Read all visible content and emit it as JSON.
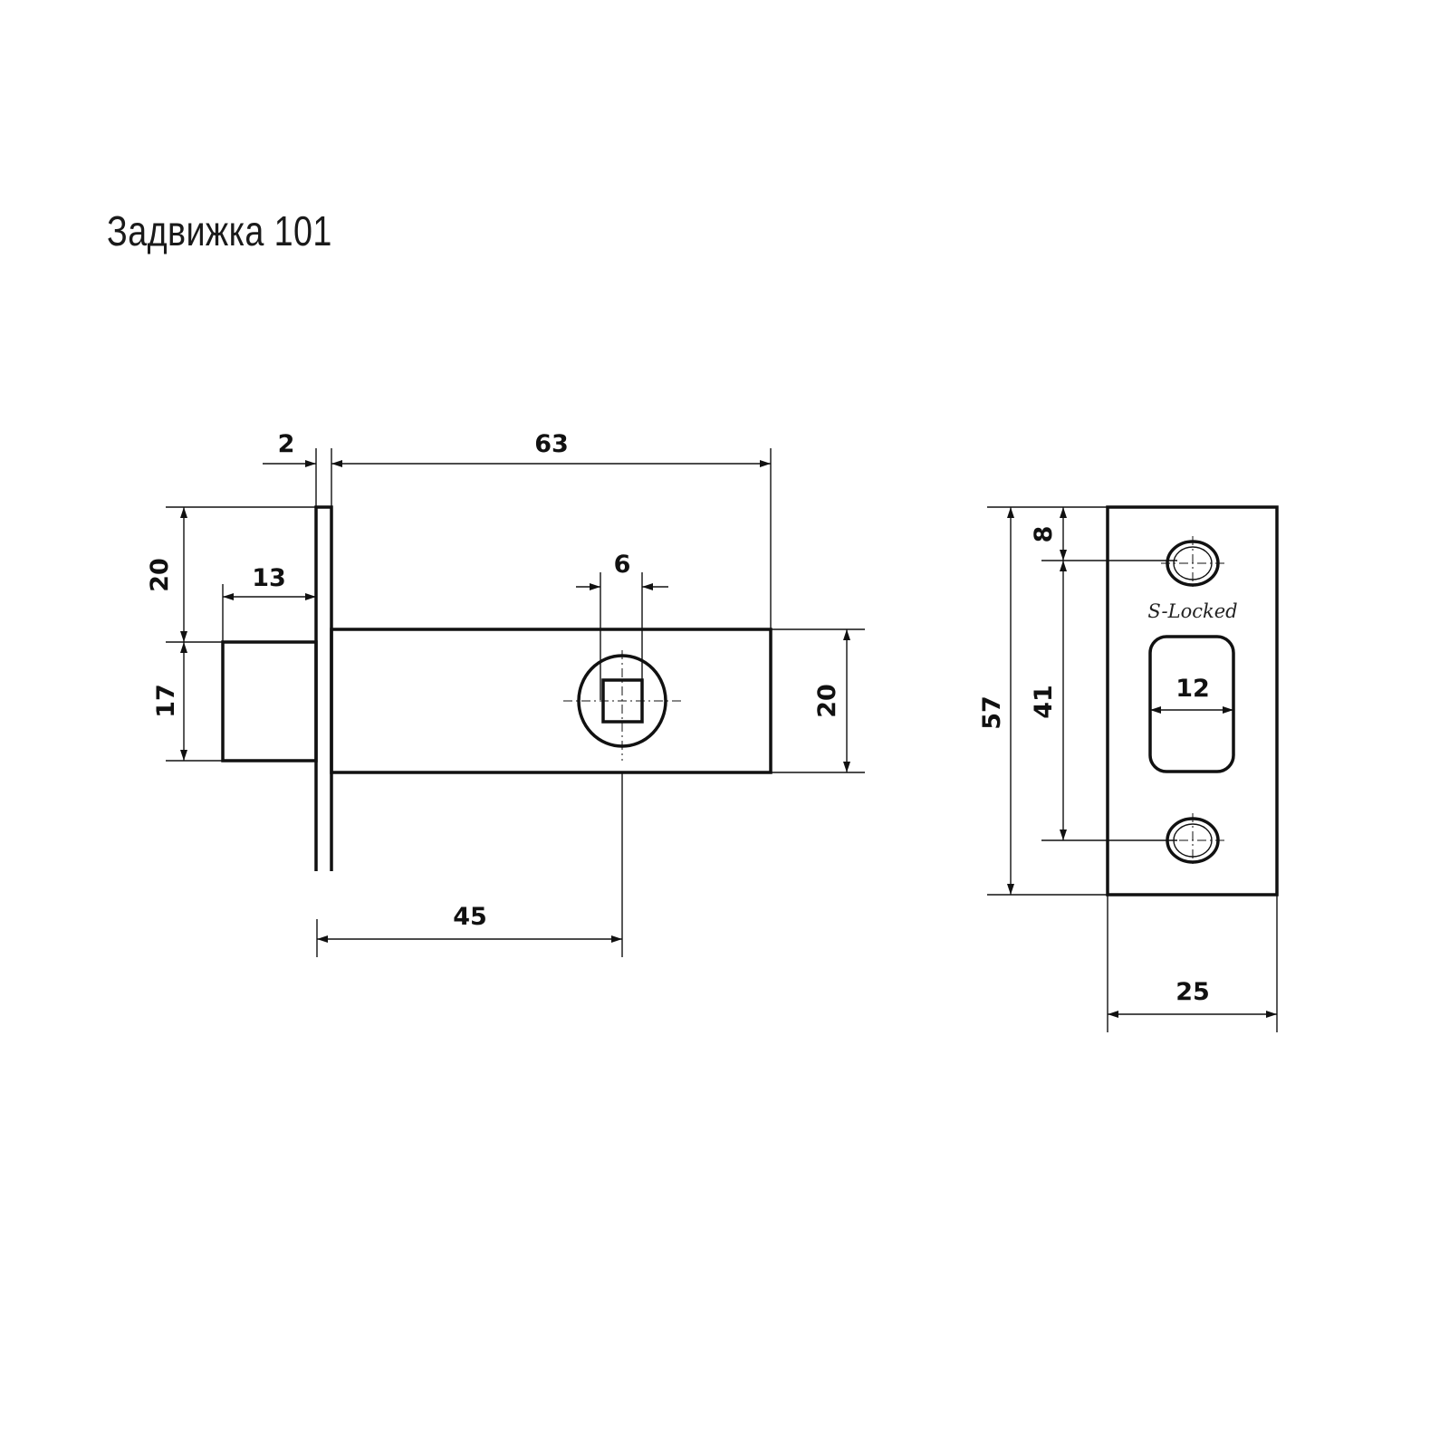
{
  "title": "Задвижка 101",
  "latch_view": {
    "faceplate_thickness": "2",
    "body_length": "63",
    "faceplate_top_offset": "20",
    "bolt_projection": "13",
    "bolt_height": "17",
    "spindle_square": "6",
    "body_height": "20",
    "backset": "45"
  },
  "strike_plate_view": {
    "brand": "S-Locked",
    "hole_offset": "8",
    "hole_spacing": "41",
    "plate_height": "57",
    "slot_width": "12",
    "plate_width": "25"
  }
}
